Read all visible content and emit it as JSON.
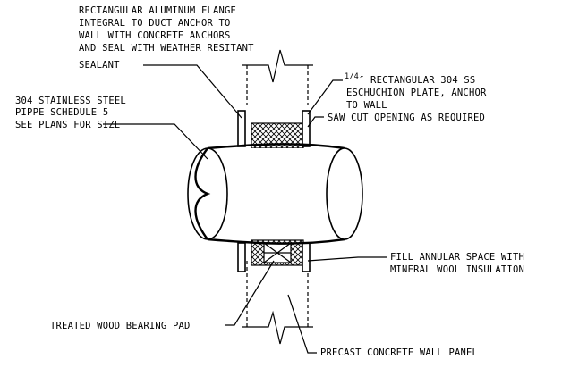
{
  "labels": {
    "flange": [
      "RECTANGULAR ALUMINUM FLANGE",
      "INTEGRAL TO DUCT ANCHOR TO",
      "WALL WITH CONCRETE ANCHORS",
      "AND SEAL WITH WEATHER RESITANT",
      "SEALANT"
    ],
    "pipe": [
      "304 STAINLESS STEEL",
      "PIPPE SCHEDULE 5",
      "SEE PLANS FOR SIZE"
    ],
    "plate_fraction": "1/4",
    "plate": [
      "″ RECTANGULAR 304 SS",
      "ESCHUCHION PLATE, ANCHOR",
      "TO WALL"
    ],
    "saw_cut": "SAW CUT OPENING AS REQUIRED",
    "fill": [
      "FILL ANNULAR SPACE WITH",
      "MINERAL WOOL INSULATION"
    ],
    "wood_pad": "TREATED WOOD BEARING PAD",
    "wall_panel": "PRECAST CONCRETE WALL PANEL"
  }
}
